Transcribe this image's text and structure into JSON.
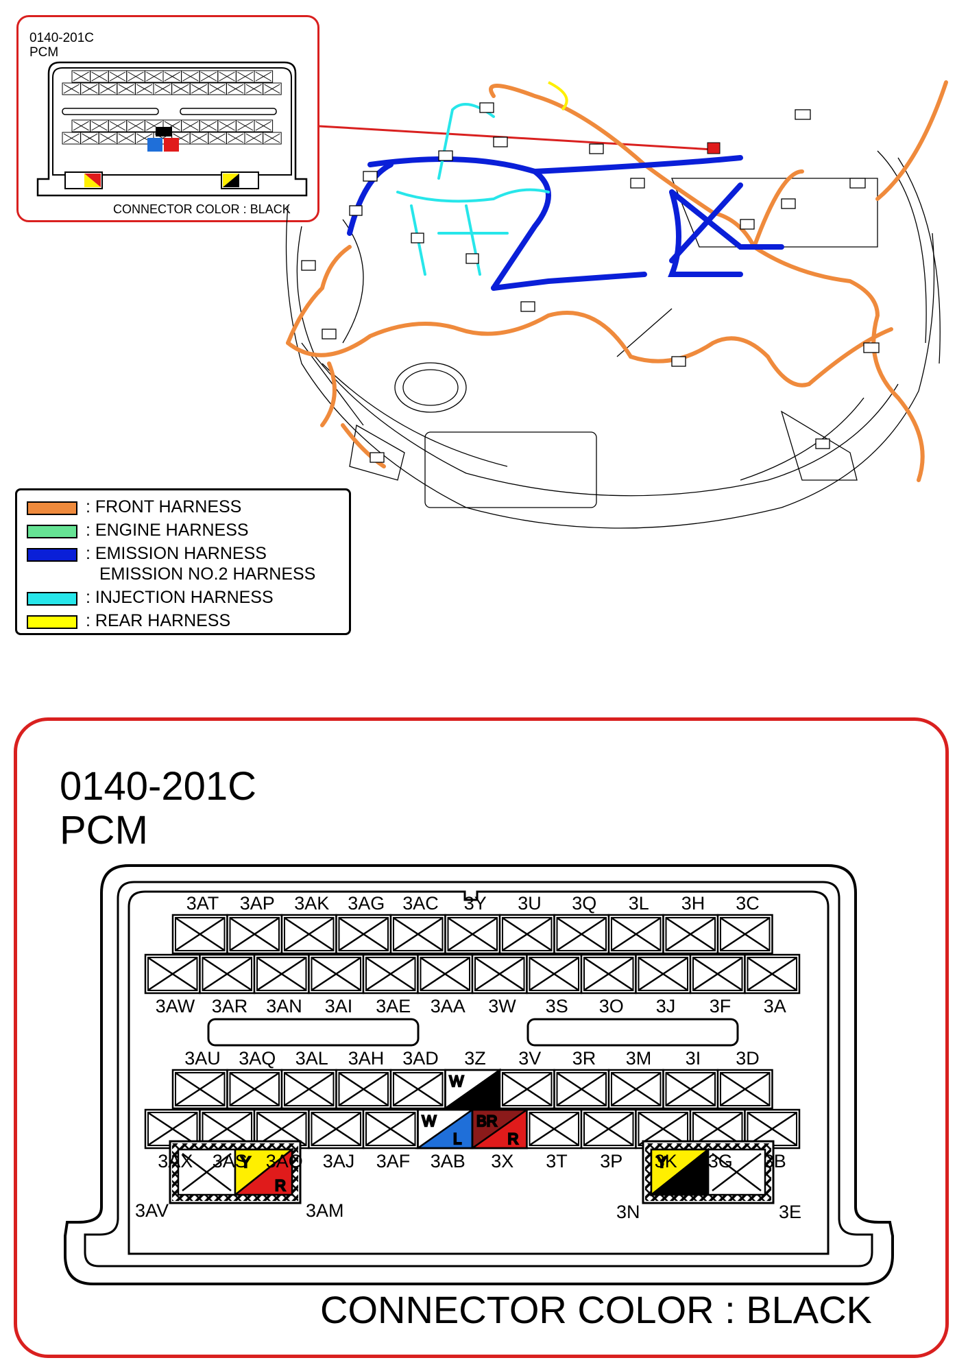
{
  "connector": {
    "code": "0140-201C",
    "name": "PCM",
    "color_note": "CONNECTOR COLOR : BLACK"
  },
  "legend": [
    {
      "color": "#ef8a3c",
      "label": ": FRONT HARNESS"
    },
    {
      "color": "#66e394",
      "label": ": ENGINE HARNESS"
    },
    {
      "color": "#0a1fd8",
      "label": ": EMISSION HARNESS",
      "label2": "EMISSION NO.2 HARNESS"
    },
    {
      "color": "#27e6ea",
      "label": ": INJECTION HARNESS"
    },
    {
      "color": "#ffff00",
      "label": ": REAR HARNESS"
    }
  ],
  "pins": {
    "row1_top_labels": [
      "3AT",
      "3AP",
      "3AK",
      "3AG",
      "3AC",
      "3Y",
      "3U",
      "3Q",
      "3L",
      "3H",
      "3C"
    ],
    "row2_bottom_labels": [
      "3AW",
      "3AR",
      "3AN",
      "3AI",
      "3AE",
      "3AA",
      "3W",
      "3S",
      "3O",
      "3J",
      "3F",
      "3A"
    ],
    "row3_top_labels": [
      "3AU",
      "3AQ",
      "3AL",
      "3AH",
      "3AD",
      "3Z",
      "3V",
      "3R",
      "3M",
      "3I",
      "3D"
    ],
    "row4_bottom_labels": [
      "3AX",
      "3AS",
      "3AO",
      "3AJ",
      "3AF",
      "3AB",
      "3X",
      "3T",
      "3P",
      "3K",
      "3G",
      "3B"
    ],
    "left_small": {
      "left_label": "3AV",
      "right_label": "3AM"
    },
    "right_small": {
      "left_label": "3N",
      "right_label": "3E"
    }
  },
  "wires": {
    "pin_3Z": {
      "top": "W",
      "bottom": "B"
    },
    "pin_3AB": {
      "top": "W",
      "bottom": "L"
    },
    "pin_3X": {
      "top": "BR",
      "bottom": "R"
    },
    "pin_3AM": {
      "top": "Y",
      "bottom": "R"
    },
    "pin_3N": {
      "top": "Y",
      "bottom": "B"
    }
  },
  "colors": {
    "accent_red": "#d9201f",
    "wire_W": "#ffffff",
    "wire_B": "#000000",
    "wire_L": "#1f6fd9",
    "wire_BR": "#8b1a1a",
    "wire_R": "#e01b1b",
    "wire_Y": "#ffef00"
  }
}
